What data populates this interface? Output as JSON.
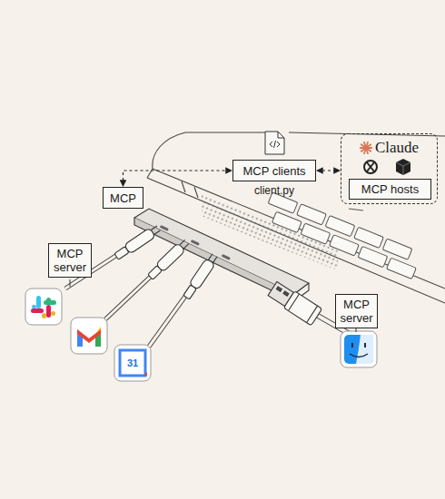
{
  "diagram": {
    "nodes": [
      {
        "text": [
          "MCP clients",
          "client.py"
        ]
      },
      {
        "text": [
          "Claude"
        ]
      },
      {
        "text": [
          "MCP hosts"
        ],
        "in": 1
      },
      {
        "text": [
          "MCP"
        ]
      },
      {
        "text": [
          "MCP server"
        ]
      },
      {
        "text": [
          "MCP server"
        ]
      }
    ],
    "edges": [
      {
        "from": 3,
        "to": 0,
        "arrow": "both"
      },
      {
        "from": 0,
        "to": 1,
        "arrow": "both"
      }
    ],
    "labels": [
      "31"
    ]
  }
}
